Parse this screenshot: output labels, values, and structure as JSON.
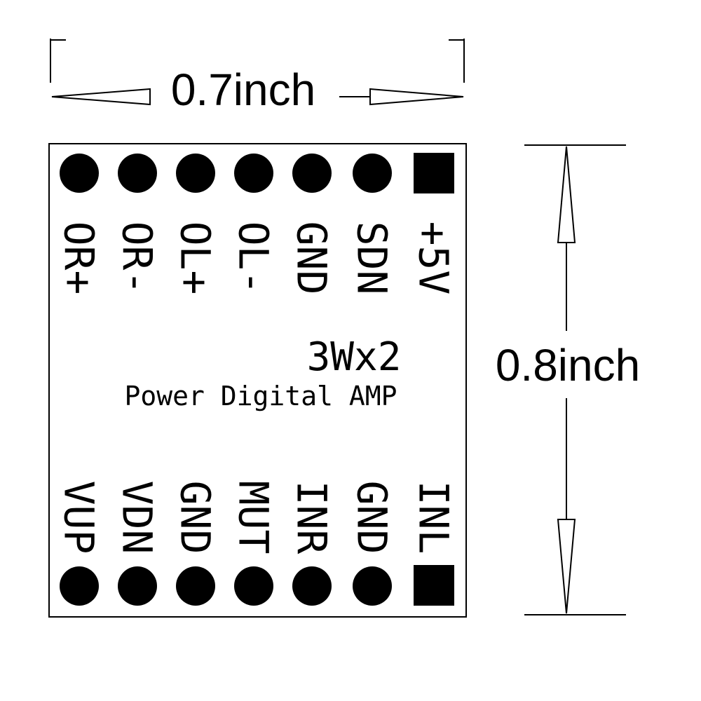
{
  "module": {
    "title": "3Wx2",
    "subtitle": "Power Digital AMP"
  },
  "pins": {
    "top": [
      "OR+",
      "OR-",
      "OL+",
      "OL-",
      "GND",
      "SDN",
      "+5V"
    ],
    "bottom": [
      "VUP",
      "VDN",
      "GND",
      "MUT",
      "INR",
      "GND",
      "INL"
    ]
  },
  "dimensions": {
    "width_label": "0.7inch",
    "height_label": "0.8inch"
  },
  "colors": {
    "ink": "#000000",
    "background": "#ffffff"
  }
}
